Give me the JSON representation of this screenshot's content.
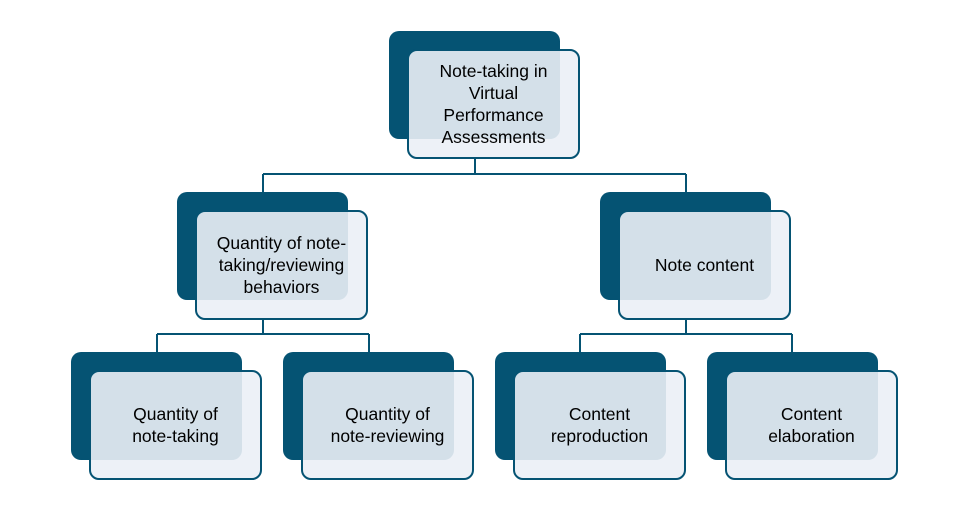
{
  "diagram": {
    "root": {
      "label": "Note-taking in\nVirtual\nPerformance\nAssessments"
    },
    "left_branch": {
      "label": "Quantity of note-\ntaking/reviewing\nbehaviors"
    },
    "right_branch": {
      "label": "Note content"
    },
    "leaf_1": {
      "label": "Quantity of\nnote-taking"
    },
    "leaf_2": {
      "label": "Quantity of\nnote-reviewing"
    },
    "leaf_3": {
      "label": "Content\nreproduction"
    },
    "leaf_4": {
      "label": "Content\nelaboration"
    }
  },
  "colors": {
    "accent": "#055373",
    "box_fill": "#ebf0f6",
    "connector": "#055373"
  }
}
